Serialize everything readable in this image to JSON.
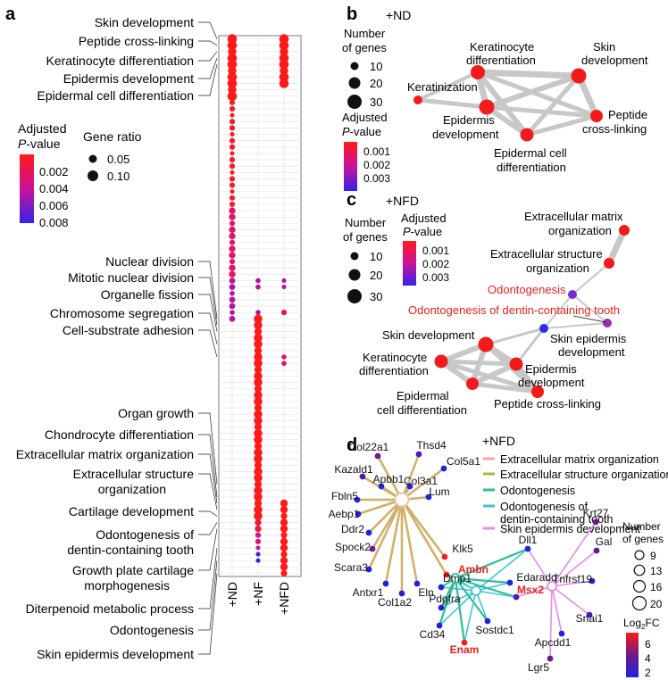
{
  "panel_labels": {
    "a": "a",
    "b": "b",
    "c": "c",
    "d": "d"
  },
  "chart_data": [
    {
      "id": "a",
      "type": "dotplot",
      "columns": [
        "+ND",
        "+NF",
        "+NFD"
      ],
      "term_labels": [
        "Skin development",
        "Peptide cross-linking",
        "Keratinocyte differentiation",
        "Epidermis development",
        "Epidermal cell differentiation",
        "Nuclear division",
        "Mitotic nuclear division",
        "Organelle fission",
        "Chromosome segregation",
        "Cell-substrate adhesion",
        "Organ growth",
        "Chondrocyte differentiation",
        "Extracellular matrix organization",
        "Extracellular structure organization",
        "Cartilage development",
        "Odontogenesis of dentin-containing tooth",
        "Growth plate cartilage morphogenesis",
        "Diterpenoid metabolic process",
        "Odontogenesis",
        "Skin epidermis development"
      ],
      "row_count": 85,
      "points": [
        {
          "col": 0,
          "rows": [
            0,
            1,
            2,
            3,
            4,
            5,
            6,
            7,
            8,
            9
          ],
          "padj": 0.001,
          "ratio": 0.1
        },
        {
          "col": 0,
          "rows": [
            10,
            11,
            12,
            13,
            14,
            15,
            16,
            17,
            18,
            19,
            20,
            21,
            22,
            23,
            24,
            25,
            26
          ],
          "padj": 0.0015,
          "ratio": 0.06
        },
        {
          "col": 0,
          "rows": [
            27,
            28,
            29,
            30,
            31,
            32,
            33,
            34,
            35,
            36,
            37
          ],
          "padj": 0.003,
          "ratio": 0.07
        },
        {
          "col": 0,
          "rows": [
            38,
            39,
            40,
            41,
            42,
            43,
            44
          ],
          "padj": 0.005,
          "ratio": 0.065
        },
        {
          "col": 1,
          "rows": [
            38,
            39
          ],
          "padj": 0.005,
          "ratio": 0.055
        },
        {
          "col": 1,
          "rows": [
            43
          ],
          "padj": 0.005,
          "ratio": 0.055
        },
        {
          "col": 1,
          "rows": [
            44,
            45,
            46,
            47,
            48,
            49,
            50,
            51,
            52,
            53,
            54,
            55,
            56,
            57,
            58,
            59,
            60,
            61,
            62,
            63,
            64,
            65,
            66,
            67,
            68,
            69,
            70,
            71,
            72,
            73,
            74,
            75
          ],
          "padj": 0.001,
          "ratio": 0.09
        },
        {
          "col": 1,
          "rows": [
            76,
            77
          ],
          "padj": 0.002,
          "ratio": 0.07
        },
        {
          "col": 1,
          "rows": [
            78,
            79,
            80
          ],
          "padj": 0.004,
          "ratio": 0.06
        },
        {
          "col": 1,
          "rows": [
            81,
            82
          ],
          "padj": 0.008,
          "ratio": 0.05
        },
        {
          "col": 2,
          "rows": [
            0,
            1,
            2,
            3,
            4,
            5,
            6,
            7
          ],
          "padj": 0.001,
          "ratio": 0.1
        },
        {
          "col": 2,
          "rows": [
            38,
            39
          ],
          "padj": 0.005,
          "ratio": 0.05
        },
        {
          "col": 2,
          "rows": [
            43
          ],
          "padj": 0.002,
          "ratio": 0.06
        },
        {
          "col": 2,
          "rows": [
            50,
            51
          ],
          "padj": 0.003,
          "ratio": 0.055
        },
        {
          "col": 2,
          "rows": [
            73,
            74,
            75,
            76,
            77,
            78,
            79,
            80,
            81,
            82,
            83,
            84
          ],
          "padj": 0.001,
          "ratio": 0.08
        }
      ],
      "padj_legend_title": [
        "Adjusted",
        "P",
        "-value"
      ],
      "padj_ticks": [
        "0.002",
        "0.004",
        "0.006",
        "0.008"
      ],
      "ratio_legend_title": "Gene ratio",
      "ratio_ticks": [
        "0.05",
        "0.10"
      ],
      "colors": {
        "low": "#ff1a1a",
        "mid": "#cc1199",
        "high": "#3322ee"
      }
    },
    {
      "id": "b",
      "type": "network",
      "title": "+ND",
      "nodes": [
        {
          "label": "Keratinization",
          "genes": 10,
          "padj": 0.001
        },
        {
          "label": "Keratinocyte differentiation",
          "genes": 30,
          "padj": 0.001
        },
        {
          "label": "Skin development",
          "genes": 30,
          "padj": 0.001
        },
        {
          "label": "Epidermis development",
          "genes": 30,
          "padj": 0.001
        },
        {
          "label": "Peptide cross-linking",
          "genes": 20,
          "padj": 0.001
        },
        {
          "label": "Epidermal cell differentiation",
          "genes": 25,
          "padj": 0.001
        }
      ],
      "size_legend_title": [
        "Number",
        "of genes"
      ],
      "size_ticks": [
        "10",
        "20",
        "30"
      ],
      "padj_legend_title": [
        "Adjusted",
        "P",
        "-value"
      ],
      "padj_ticks": [
        "0.001",
        "0.002",
        "0.003"
      ]
    },
    {
      "id": "c",
      "type": "network",
      "title": "+NFD",
      "nodes": [
        {
          "label": "Extracellular matrix organization",
          "genes": 15,
          "padj": 0.001
        },
        {
          "label": "Extracellular structure organization",
          "genes": 15,
          "padj": 0.001
        },
        {
          "label": "Odontogenesis",
          "genes": 10,
          "padj": 0.003,
          "highlight": true
        },
        {
          "label": "Odontogenesis of dentin-containing tooth",
          "genes": 10,
          "padj": 0.002,
          "highlight": true
        },
        {
          "label": "Skin epidermis development",
          "genes": 10,
          "padj": 0.003
        },
        {
          "label": "Skin development",
          "genes": 30,
          "padj": 0.001
        },
        {
          "label": "Keratinocyte differentiation",
          "genes": 25,
          "padj": 0.001
        },
        {
          "label": "Epidermis development",
          "genes": 25,
          "padj": 0.001
        },
        {
          "label": "Epidermal cell differentiation",
          "genes": 20,
          "padj": 0.001
        },
        {
          "label": "Peptide cross-linking",
          "genes": 20,
          "padj": 0.001
        }
      ],
      "size_legend_title": [
        "Number",
        "of genes"
      ],
      "size_ticks": [
        "10",
        "20",
        "30"
      ],
      "padj_legend_title": [
        "Adjusted",
        "P",
        "-value"
      ],
      "padj_ticks": [
        "0.001",
        "0.002",
        "0.003"
      ],
      "highlight_color": "#e8211d"
    },
    {
      "id": "d",
      "type": "cnetplot",
      "title": "+NFD",
      "categories": [
        {
          "name": "Extracellular matrix organization",
          "color": "#f4a6a0"
        },
        {
          "name": "Extracellular structure organization",
          "color": "#b8b23c"
        },
        {
          "name": "Odontogenesis",
          "color": "#2bbf9a"
        },
        {
          "name": "Odontogenesis of dentin-containing tooth",
          "color": "#3cc6d8"
        },
        {
          "name": "Skin epidermis development",
          "color": "#e98ae8"
        }
      ],
      "categories_display": [
        [
          "Extracellular matrix organization"
        ],
        [
          "Extracellular structure organization"
        ],
        [
          "Odontogenesis"
        ],
        [
          "Odontogenesis of",
          "dentin-containing tooth"
        ],
        [
          "Skin epidermis development"
        ]
      ],
      "genes": [
        {
          "name": "Col22a1",
          "log2fc": 4
        },
        {
          "name": "Thsd4",
          "log2fc": 3
        },
        {
          "name": "Col5a1",
          "log2fc": 2
        },
        {
          "name": "Kazald1",
          "log2fc": 3
        },
        {
          "name": "Apbb1",
          "log2fc": 2
        },
        {
          "name": "Col3a1",
          "log2fc": 2
        },
        {
          "name": "Lum",
          "log2fc": 2
        },
        {
          "name": "Fbln5",
          "log2fc": 2
        },
        {
          "name": "Aebp1",
          "log2fc": 2
        },
        {
          "name": "Klk5",
          "log2fc": 6
        },
        {
          "name": "Ambn",
          "log2fc": 6,
          "highlight": true
        },
        {
          "name": "Ddr2",
          "log2fc": 2
        },
        {
          "name": "Spock2",
          "log2fc": 4
        },
        {
          "name": "Dmp1",
          "log2fc": 2
        },
        {
          "name": "Scara3",
          "log2fc": 2
        },
        {
          "name": "Antxr1",
          "log2fc": 2
        },
        {
          "name": "Eln",
          "log2fc": 2
        },
        {
          "name": "Col1a2",
          "log2fc": 2
        },
        {
          "name": "Pdgfra",
          "log2fc": 2
        },
        {
          "name": "Cd34",
          "log2fc": 2
        },
        {
          "name": "Dll1",
          "log2fc": 2
        },
        {
          "name": "Edaradd",
          "log2fc": 2
        },
        {
          "name": "Msx2",
          "log2fc": 3,
          "highlight": true
        },
        {
          "name": "Sostdc1",
          "log2fc": 2
        },
        {
          "name": "Enam",
          "log2fc": 6,
          "highlight": true
        },
        {
          "name": "Krt27",
          "log2fc": 4
        },
        {
          "name": "Gal",
          "log2fc": 4
        },
        {
          "name": "Tnfrsf19",
          "log2fc": 2
        },
        {
          "name": "Snai1",
          "log2fc": 3
        },
        {
          "name": "Apcdd1",
          "log2fc": 2
        },
        {
          "name": "Lgr5",
          "log2fc": 4
        }
      ],
      "size_legend_title": [
        "Number",
        "of genes"
      ],
      "size_ticks": [
        "9",
        "13",
        "16",
        "20"
      ],
      "fc_legend_title": "Log₂FC",
      "fc_ticks": [
        "6",
        "4",
        "2"
      ]
    }
  ]
}
